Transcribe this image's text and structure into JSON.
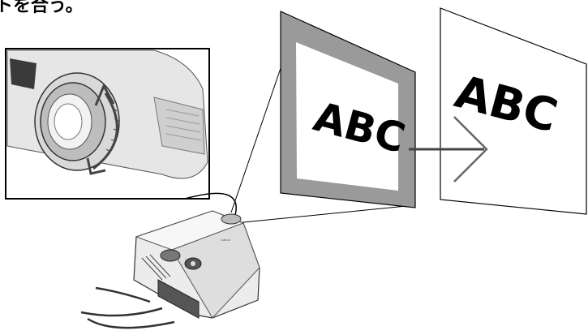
{
  "heading": {
    "visible_text": "トを合う。"
  },
  "screens": {
    "blurred": {
      "text": "ABC"
    },
    "focused": {
      "text": "ABC"
    }
  },
  "projector": {
    "logo_text": "Canon"
  },
  "colors": {
    "screen_border": "#9a9a9a",
    "line": "#000000",
    "arrow": "#333333",
    "background": "#ffffff"
  },
  "icons": {
    "focus_ring_arrow": "curved-double-arrow-icon",
    "transition_arrow": "right-arrow-icon"
  }
}
